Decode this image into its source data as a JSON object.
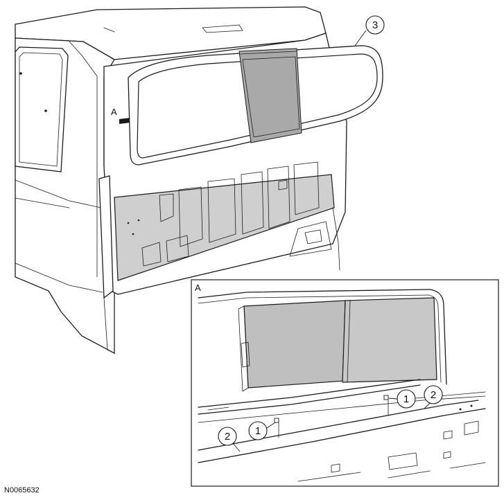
{
  "figure_id": "N0065632",
  "view_marker": "A",
  "detail_view": {
    "label": "A"
  },
  "callouts": [
    {
      "id": "callout-3",
      "number": "3"
    },
    {
      "id": "callout-1-right",
      "number": "1"
    },
    {
      "id": "callout-2-right",
      "number": "2"
    },
    {
      "id": "callout-1-left",
      "number": "1"
    },
    {
      "id": "callout-2-left",
      "number": "2"
    }
  ],
  "colors": {
    "line": "#1a1a1a",
    "glass": "#bfbfbf",
    "back_panel": "#cfcfcf",
    "background": "#ffffff"
  }
}
